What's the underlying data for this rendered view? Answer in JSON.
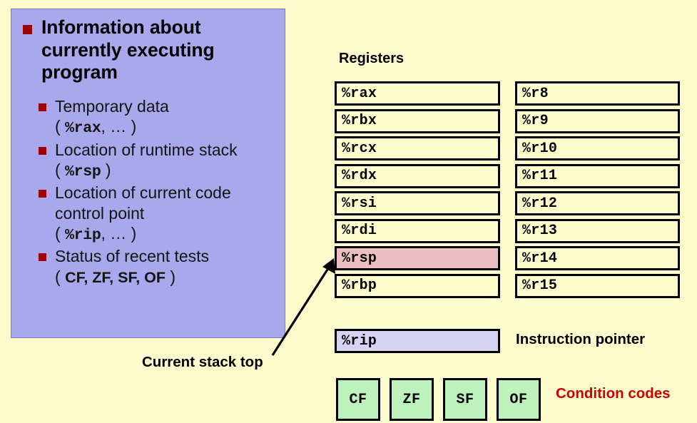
{
  "slide": {
    "background_color": "#fcfccc",
    "panel_color": "#aaa8ec",
    "marker_color": "#9c0105",
    "highlight_color": "#eebfc2",
    "rip_color": "#d6d3f2",
    "flag_color": "#bdf2bd",
    "condition_label_color": "#cc0000"
  },
  "info_panel": {
    "main_bullet": "Information about currently executing program",
    "sub_bullets": [
      {
        "line1": "Temporary data",
        "paren_open": "( ",
        "mono": "%rax",
        "tail": ", … )"
      },
      {
        "line1": "Location of runtime stack",
        "paren_open": "( ",
        "mono": "%rsp",
        "tail": " )"
      },
      {
        "line1": "Location of current code control point",
        "paren_open": "( ",
        "mono": "%rip",
        "tail": ", … )"
      },
      {
        "line1": "Status of recent tests",
        "paren_open": "( ",
        "mono": "CF, ZF, SF, OF",
        "tail": " )"
      }
    ]
  },
  "callout": {
    "stack_top_label": "Current stack top",
    "arrow_icon": "arrow-up-right-icon"
  },
  "registers": {
    "heading": "Registers",
    "left_column": [
      "%rax",
      "%rbx",
      "%rcx",
      "%rdx",
      "%rsi",
      "%rdi",
      "%rsp",
      "%rbp"
    ],
    "right_column": [
      "%r8",
      "%r9",
      "%r10",
      "%r11",
      "%r12",
      "%r13",
      "%r14",
      "%r15"
    ],
    "highlighted": "%rsp"
  },
  "instruction_pointer": {
    "register": "%rip",
    "label": "Instruction pointer"
  },
  "condition_codes": {
    "flags": [
      "CF",
      "ZF",
      "SF",
      "OF"
    ],
    "label": "Condition codes"
  }
}
